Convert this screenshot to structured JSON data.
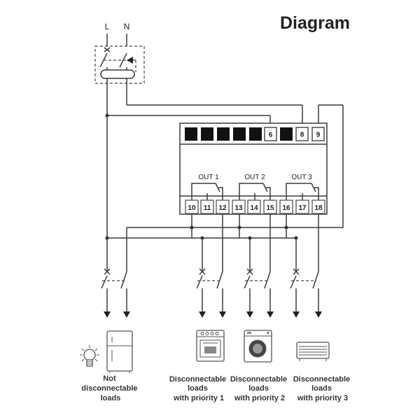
{
  "title": "Diagram",
  "mains": {
    "line": "L",
    "neutral": "N"
  },
  "outputs": [
    "OUT 1",
    "OUT 2",
    "OUT 3"
  ],
  "top_terminals": [
    "6",
    "8",
    "9"
  ],
  "bottom_terminals": [
    "10",
    "11",
    "12",
    "13",
    "14",
    "15",
    "16",
    "17",
    "18"
  ],
  "loads": [
    {
      "id": "fridge",
      "icon": "fridge-icon",
      "lines": [
        "Not",
        "disconnectable",
        "loads"
      ]
    },
    {
      "id": "stove",
      "icon": "stove-icon",
      "lines": [
        "Disconnectable",
        "loads",
        "with priority 1"
      ]
    },
    {
      "id": "washer",
      "icon": "washing-machine-icon",
      "lines": [
        "Disconnectable",
        "loads",
        "with priority 2"
      ]
    },
    {
      "id": "heater",
      "icon": "heater-icon",
      "lines": [
        "Disconnectable",
        "loads",
        "with priority 3"
      ]
    }
  ],
  "colors": {
    "line": "#3a3a3a",
    "block": "#111111"
  }
}
